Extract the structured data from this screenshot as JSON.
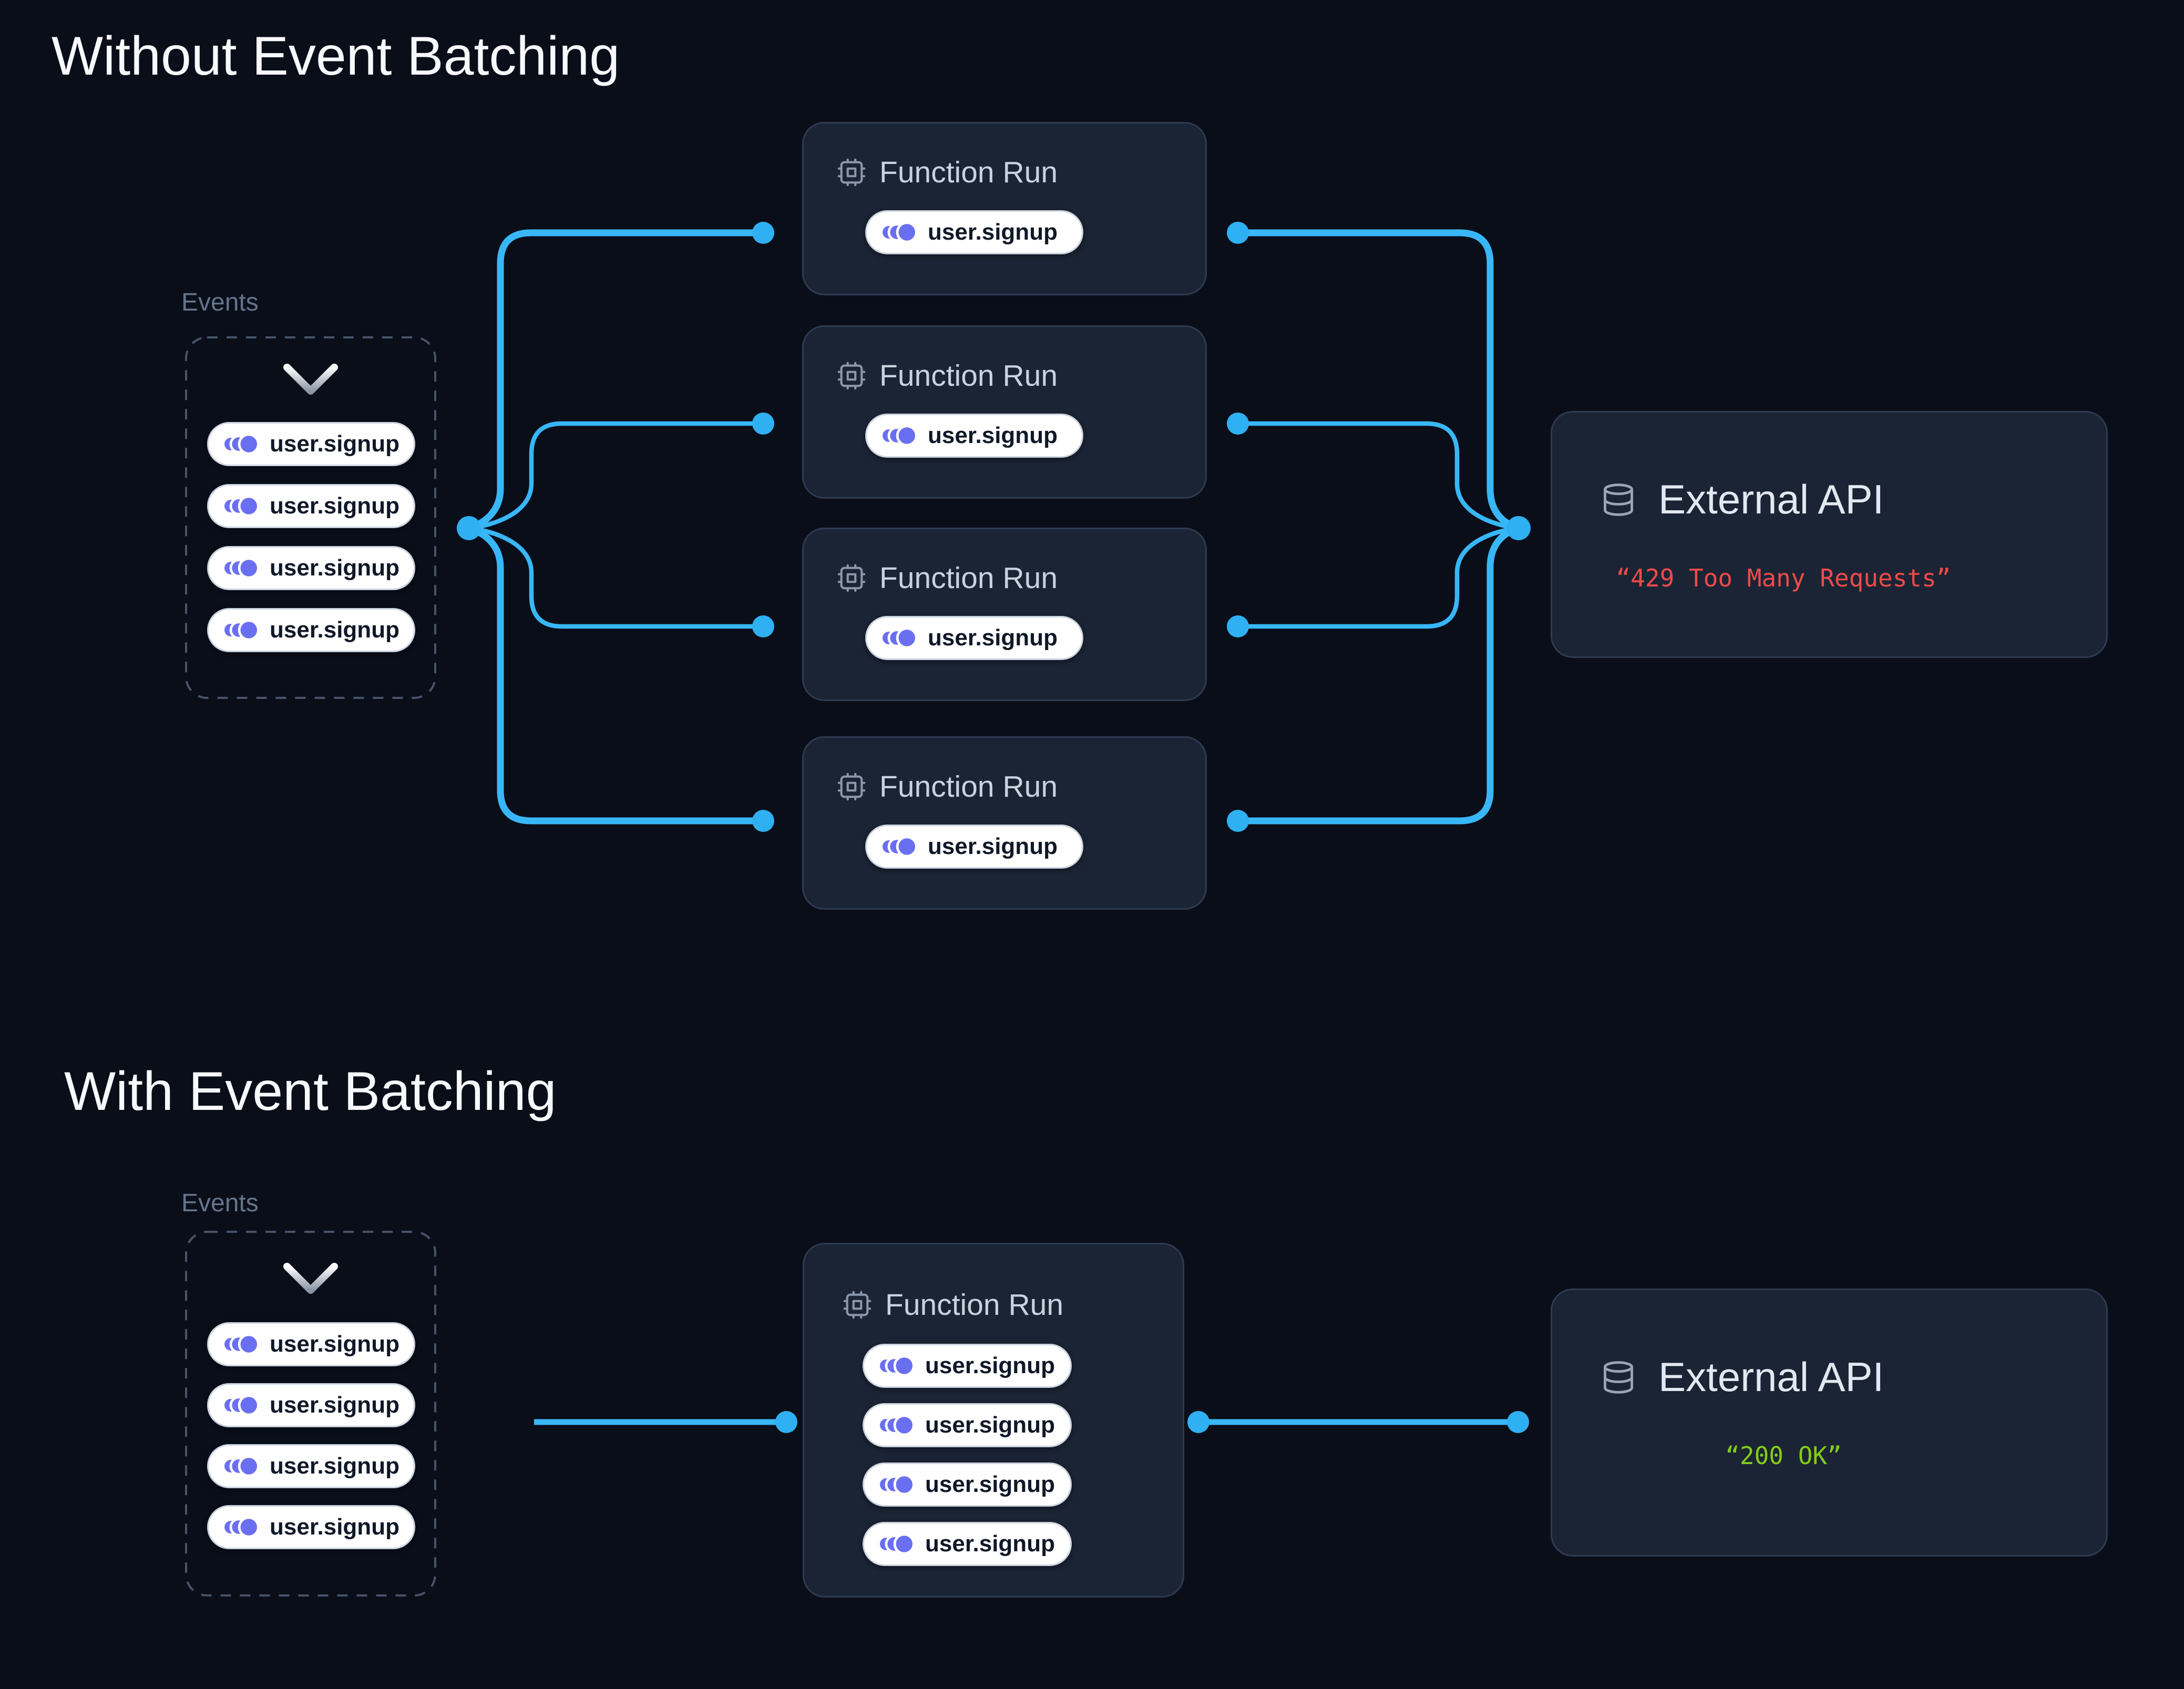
{
  "colors": {
    "background": "#0a0e19",
    "card_background": "#1b2434",
    "card_border": "#2e3b52",
    "accent_blue": "#38b7f8",
    "event_icon_indigo": "#6a6ff1",
    "error_red": "#ef4a4a",
    "success_green": "#84cc16",
    "muted_label": "#64748b"
  },
  "icons": {
    "event": "event-stream-icon",
    "function": "cpu-icon",
    "external": "database-icon",
    "events_box": "chevron-down-icon"
  },
  "sections": [
    {
      "title": "Without Event Batching",
      "events_label": "Events",
      "event_pills": [
        "user.signup",
        "user.signup",
        "user.signup",
        "user.signup"
      ],
      "function_runs": [
        {
          "label": "Function Run",
          "pills": [
            "user.signup"
          ]
        },
        {
          "label": "Function Run",
          "pills": [
            "user.signup"
          ]
        },
        {
          "label": "Function Run",
          "pills": [
            "user.signup"
          ]
        },
        {
          "label": "Function Run",
          "pills": [
            "user.signup"
          ]
        }
      ],
      "external_api": {
        "title": "External API",
        "status": "“429 Too Many Requests”"
      }
    },
    {
      "title": "With Event Batching",
      "events_label": "Events",
      "event_pills": [
        "user.signup",
        "user.signup",
        "user.signup",
        "user.signup"
      ],
      "function_runs": [
        {
          "label": "Function Run",
          "pills": [
            "user.signup",
            "user.signup",
            "user.signup",
            "user.signup"
          ]
        }
      ],
      "external_api": {
        "title": "External API",
        "status": "“200 OK”"
      }
    }
  ]
}
